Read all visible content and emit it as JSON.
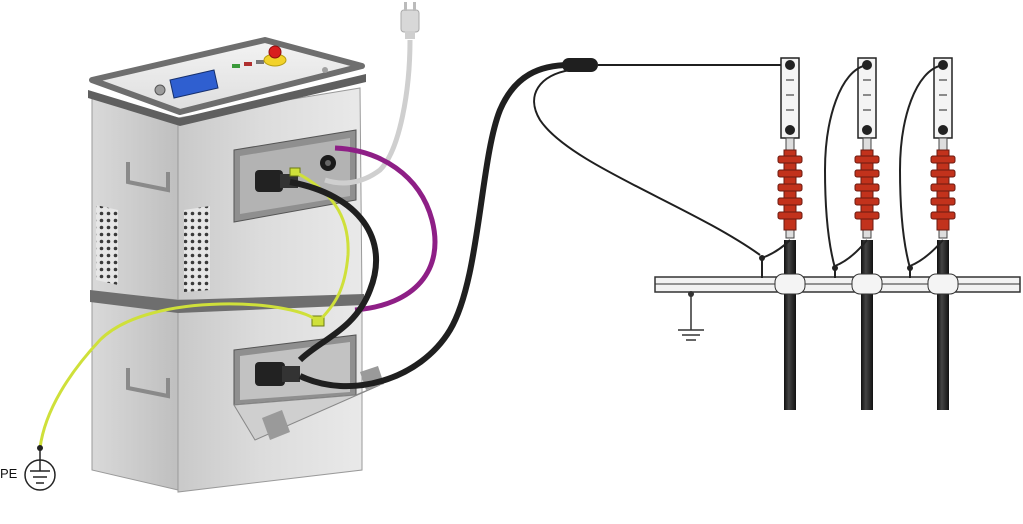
{
  "labels": {
    "pe": "PE"
  },
  "icons": {
    "mains_plug": "power-plug-icon",
    "protective_earth": "protective-earth-icon",
    "ground": "ground-icon",
    "emergency_stop": "emergency-stop-button-icon"
  },
  "colors": {
    "device_body": "#d4d4d4",
    "device_frame": "#6e6e6e",
    "display": "#2f5fd0",
    "emergency_stop": "#d81e1e",
    "emergency_stop_ring": "#f2d22a",
    "hv_cable": "#1f1f1f",
    "signal_cable": "#8e1f86",
    "earth_cable": "#cfe03a",
    "mains_cable": "#cfcfcf",
    "insulator": "#c2321c",
    "busbar": "#f2f2f2"
  },
  "phases": [
    "phase-1",
    "phase-2",
    "phase-3"
  ]
}
